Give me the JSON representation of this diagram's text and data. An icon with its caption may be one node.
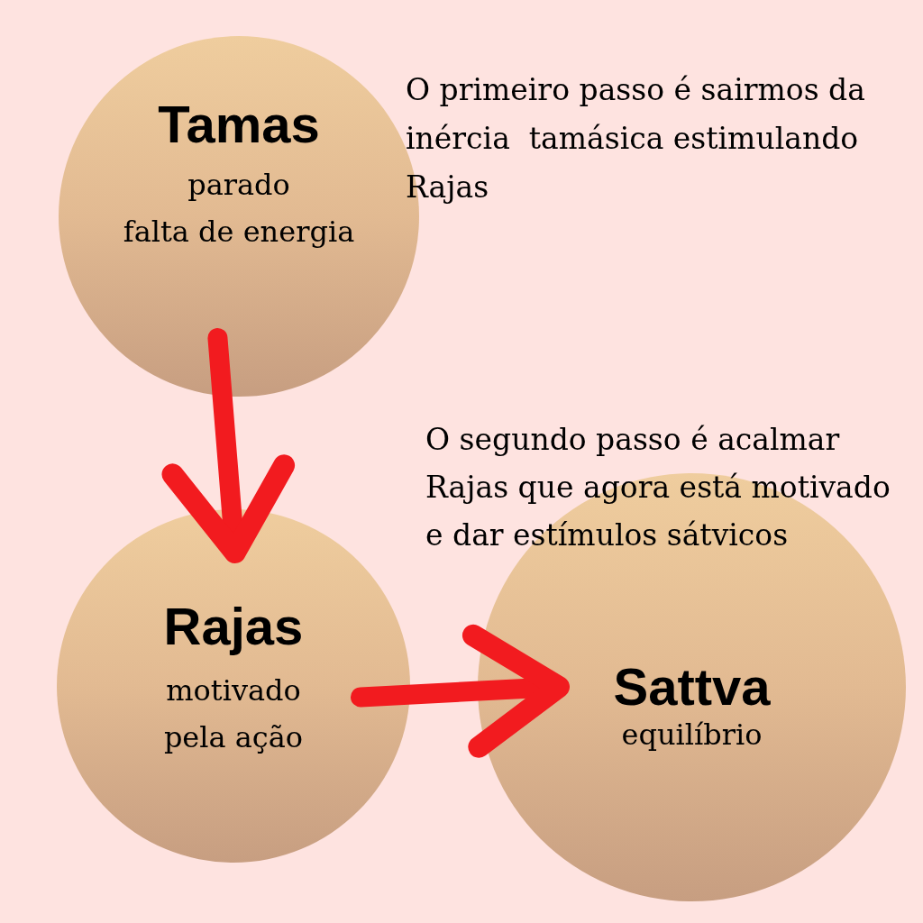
{
  "diagram": {
    "nodes": [
      {
        "text": [
          "Tamas",
          "parado",
          "falta de energia"
        ]
      },
      {
        "text": [
          "Rajas",
          "motivado",
          "pela ação"
        ]
      },
      {
        "text": [
          "Sattva",
          "equilíbrio"
        ]
      }
    ],
    "edges": [
      {
        "from": 0,
        "to": 1,
        "arrow": "to"
      },
      {
        "from": 1,
        "to": 2,
        "arrow": "to"
      }
    ],
    "labels": [
      "O primeiro passo é sairmos da inércia  tamásica estimulando Rajas",
      "O segundo passo é acalmar Rajas que agora está motivado e dar estímulos sátvicos"
    ]
  }
}
